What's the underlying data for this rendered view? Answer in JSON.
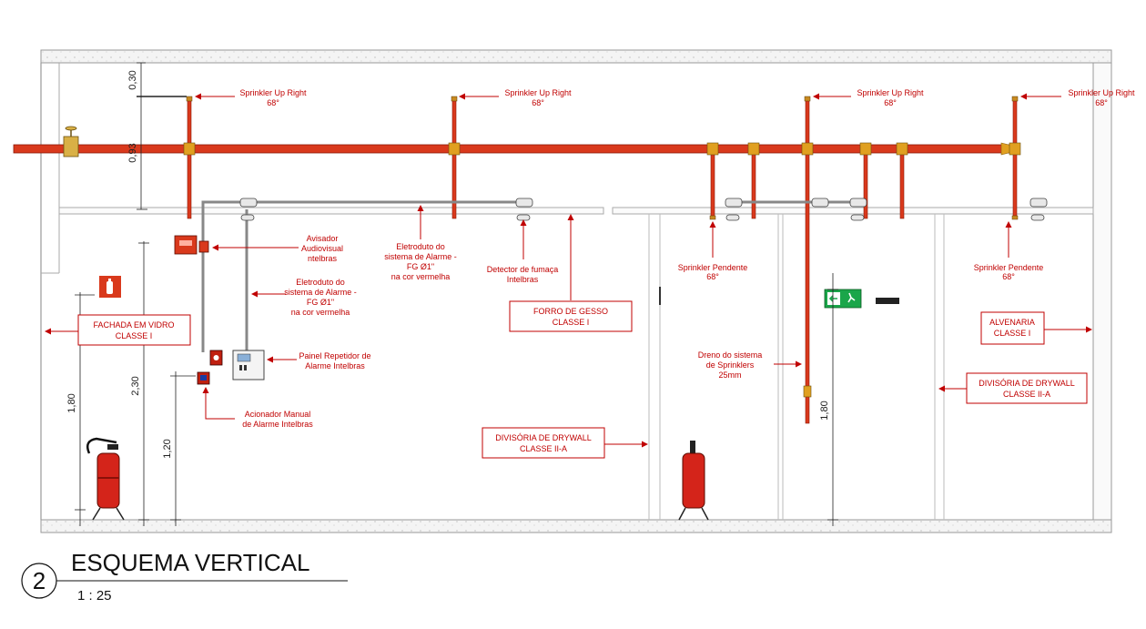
{
  "drawing": {
    "number": "2",
    "title": "ESQUEMA VERTICAL",
    "scale": "1 : 25"
  },
  "sprinklers_up_right": [
    {
      "line1": "Sprinkler Up Right",
      "line2": "68°"
    },
    {
      "line1": "Sprinkler Up Right",
      "line2": "68°"
    },
    {
      "line1": "Sprinkler Up Right",
      "line2": "68°"
    },
    {
      "line1": "Sprinkler Up Right",
      "line2": "68°"
    }
  ],
  "sprinklers_pendente": [
    {
      "line1": "Sprinkler Pendente",
      "line2": "68°"
    },
    {
      "line1": "Sprinkler Pendente",
      "line2": "68°"
    }
  ],
  "dimensions": {
    "d030": "0,30",
    "d093": "0,93",
    "d180_left": "1,80",
    "d230": "2,30",
    "d120": "1,20",
    "d180_right": "1,80"
  },
  "labels": {
    "avisador": [
      "Avisador",
      "Audiovisual",
      "ntelbras"
    ],
    "eletroduto_left": [
      "Eletroduto do",
      "sistema de Alarme -",
      "FG Ø1\"",
      "na cor vermelha"
    ],
    "eletroduto_center": [
      "Eletroduto do",
      "sistema de Alarme -",
      "FG Ø1\"",
      "na cor vermelha"
    ],
    "detector": [
      "Detector de fumaça",
      "Intelbras"
    ],
    "painel": [
      "Painel Repetidor de",
      "Alarme Intelbras"
    ],
    "acionador": [
      "Acionador Manual",
      "de Alarme Intelbras"
    ],
    "dreno": [
      "Dreno do sistema",
      "de Sprinklers",
      "25mm"
    ]
  },
  "tags": {
    "fachada": [
      "FACHADA EM VIDRO",
      "CLASSE I"
    ],
    "forro": [
      "FORRO DE GESSO",
      "CLASSE I"
    ],
    "divisoria_center": [
      "DIVISÓRIA DE DRYWALL",
      "CLASSE II-A"
    ],
    "alvenaria": [
      "ALVENARIA",
      "CLASSE I"
    ],
    "divisoria_right": [
      "DIVISÓRIA DE DRYWALL",
      "CLASSE II-A"
    ]
  },
  "colors": {
    "pipe": "#d9391c",
    "pipe_dark": "#8a1a08",
    "annotation": "#c00000",
    "fitting": "#e0a020",
    "conduit": "#999999",
    "exit_sign": "#1aa64a"
  }
}
